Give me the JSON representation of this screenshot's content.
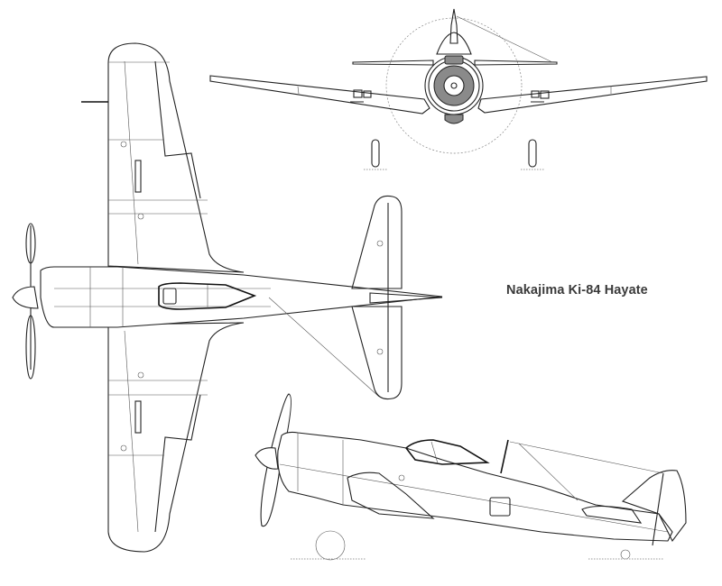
{
  "diagram": {
    "title": "Nakajima Ki-84 Hayate",
    "type": "three-view aircraft line drawing",
    "views": [
      {
        "name": "front view",
        "position": "top-center"
      },
      {
        "name": "plan view (top)",
        "position": "left"
      },
      {
        "name": "side view (left profile)",
        "position": "bottom-right"
      }
    ],
    "colors": {
      "background": "#ffffff",
      "line": "#222222",
      "spinner_fill": "#8a8a8a",
      "title_text": "#3a3a3a"
    }
  }
}
